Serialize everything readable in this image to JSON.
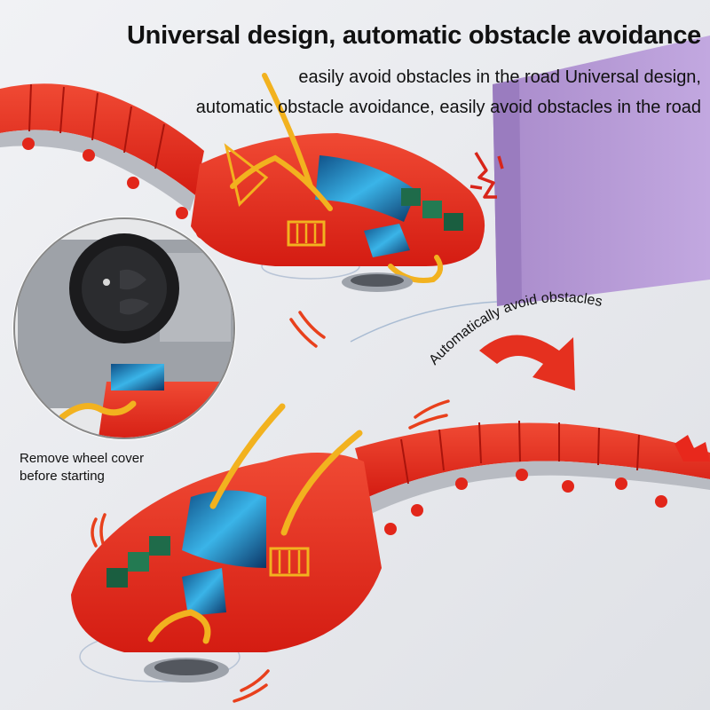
{
  "headline": {
    "title": "Universal design, automatic obstacle avoidance",
    "subtitle_line1": "easily avoid obstacles in the road Universal design,",
    "subtitle_line2": "automatic obstacle avoidance, easily avoid obstacles in the road"
  },
  "annotations": {
    "arc_label": "Automatically avoid obstacles",
    "caption_line1": "Remove wheel cover",
    "caption_line2": "before starting"
  },
  "colors": {
    "background": "#e9ebef",
    "dragon_red": "#e8281c",
    "gold_horns": "#f2b21f",
    "obstacle_purple": "#b79ad6",
    "motion_marks": "#e8401c"
  }
}
